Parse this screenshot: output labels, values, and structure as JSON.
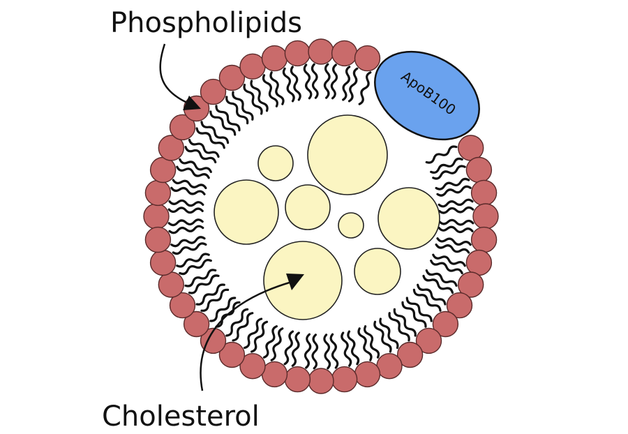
{
  "labels": {
    "phospholipids": "Phospholipids",
    "cholesterol": "Cholesterol",
    "apob100": "ApoB100"
  },
  "colors": {
    "head": "#c96b6b",
    "head_stroke": "#5a2a2a",
    "tail": "#111111",
    "cholesterol_fill": "#fbf5c2",
    "cholesterol_stroke": "#222222",
    "apob_fill": "#6aa2ee",
    "apob_stroke": "#111111"
  }
}
